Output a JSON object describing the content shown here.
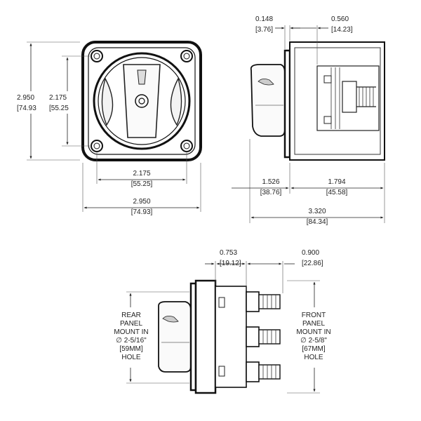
{
  "front_view": {
    "height_outer": {
      "inch": "2.950",
      "mm": "[74.93"
    },
    "height_inner": {
      "inch": "2.175",
      "mm": "[55.25"
    },
    "width_inner": {
      "inch": "2.175",
      "mm": "[55.25]"
    },
    "width_outer": {
      "inch": "2.950",
      "mm": "[74.93]"
    }
  },
  "side_view": {
    "top_left": {
      "inch": "0.148",
      "mm": "[3.76]"
    },
    "top_right": {
      "inch": "0.560",
      "mm": "[14.23]"
    },
    "bottom_left": {
      "inch": "1.526",
      "mm": "[38.76]"
    },
    "bottom_right": {
      "inch": "1.794",
      "mm": "[45.58]"
    },
    "overall": {
      "inch": "3.320",
      "mm": "[84.34]"
    }
  },
  "mount_view": {
    "top_left": {
      "inch": "0.753",
      "mm": "[19.12]"
    },
    "top_right": {
      "inch": "0.900",
      "mm": "[22.86]"
    },
    "rear_label": [
      "REAR",
      "PANEL",
      "MOUNT IN",
      "∅ 2-5/16\"",
      "[59MM]",
      "HOLE"
    ],
    "front_label": [
      "FRONT",
      "PANEL",
      "MOUNT IN",
      "∅ 2-5/8\"",
      "[67MM]",
      "HOLE"
    ]
  }
}
